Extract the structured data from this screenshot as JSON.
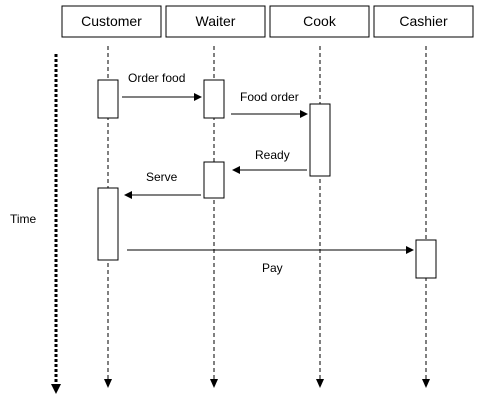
{
  "participants": [
    {
      "id": "customer",
      "label": "Customer"
    },
    {
      "id": "waiter",
      "label": "Waiter"
    },
    {
      "id": "cook",
      "label": "Cook"
    },
    {
      "id": "cashier",
      "label": "Cashier"
    }
  ],
  "time_axis": {
    "label": "Time"
  },
  "messages": [
    {
      "id": "order-food",
      "label": "Order food",
      "from": "customer",
      "to": "waiter"
    },
    {
      "id": "food-order",
      "label": "Food order",
      "from": "waiter",
      "to": "cook"
    },
    {
      "id": "ready",
      "label": "Ready",
      "from": "cook",
      "to": "waiter"
    },
    {
      "id": "serve",
      "label": "Serve",
      "from": "waiter",
      "to": "customer"
    },
    {
      "id": "pay",
      "label": "Pay",
      "from": "customer",
      "to": "cashier"
    }
  ]
}
